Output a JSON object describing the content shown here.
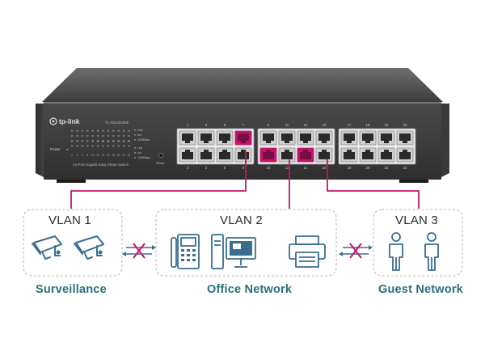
{
  "switch": {
    "brand": "tp-link",
    "model": "TL-SG1024DE",
    "description": "24-Port Gigabit Easy Smart Switch",
    "reset_label": "Reset",
    "power_label": "Power",
    "led_legend": [
      "Link",
      "Act",
      "1000Mbps",
      "Link",
      "Act",
      "1000Mbps"
    ],
    "led_row_numbers": [
      "1",
      "2",
      "3",
      "4",
      "5",
      "6",
      "7",
      "8",
      "9",
      "10",
      "11",
      "12",
      "13",
      "14",
      "15",
      "16",
      "17",
      "18",
      "19",
      "20",
      "21",
      "22",
      "23",
      "24"
    ],
    "top_port_numbers": [
      "1",
      "3",
      "5",
      "7",
      "9",
      "11",
      "13",
      "15",
      "17",
      "19",
      "21",
      "23"
    ],
    "bottom_port_numbers": [
      "2",
      "4",
      "6",
      "8",
      "10",
      "12",
      "14",
      "16",
      "18",
      "20",
      "22",
      "24"
    ],
    "highlight_color": "#c1156b"
  },
  "vlans": [
    {
      "title": "VLAN 1",
      "label": "Surveillance",
      "devices": [
        "camera-icon",
        "camera-icon"
      ]
    },
    {
      "title": "VLAN 2",
      "label": "Office Network",
      "devices": [
        "ip-phone-icon",
        "desktop-pc-icon",
        "printer-icon"
      ]
    },
    {
      "title": "VLAN 3",
      "label": "Guest Network",
      "devices": [
        "person-icon",
        "person-icon"
      ]
    }
  ],
  "colors": {
    "accent": "#c1156b",
    "label_teal": "#2a6f7a",
    "box_border": "#b5b5b5",
    "device_blue": "#3a6e8f"
  }
}
